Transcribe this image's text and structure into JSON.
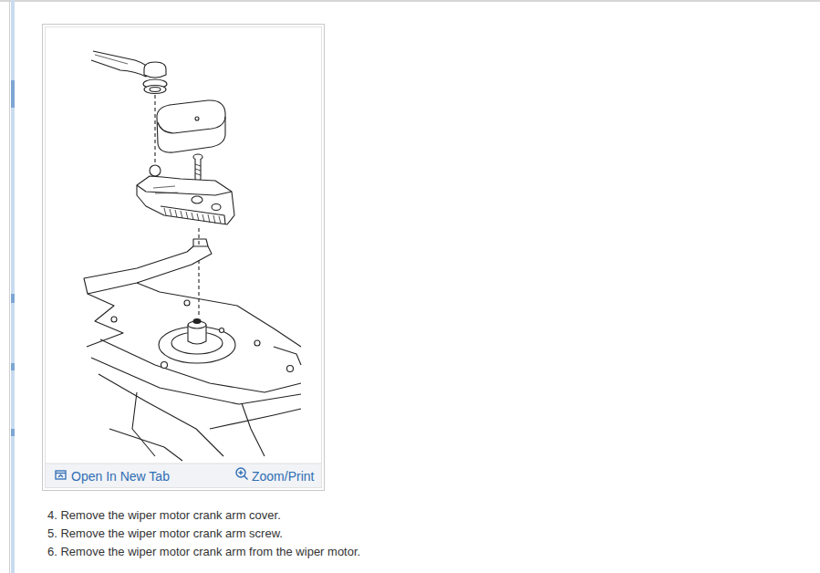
{
  "diagram": {
    "labels": [
      "Open In New Tab",
      "Zoom/Print",
      "4. Remove the wiper motor crank arm cover.",
      "5. Remove the wiper motor crank arm screw.",
      "6. Remove the wiper motor crank arm from the wiper motor."
    ]
  }
}
